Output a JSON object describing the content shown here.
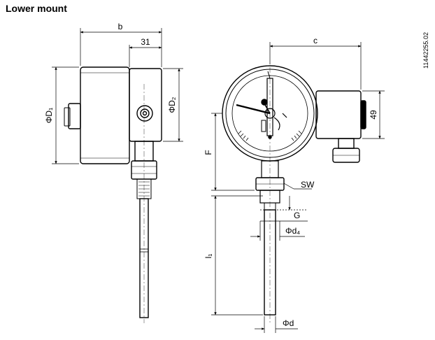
{
  "heading": "Lower mount",
  "labels": {
    "b": "b",
    "w31": "31",
    "c": "c",
    "D1": "ΦD₁",
    "D2": "ΦD₂",
    "F": "F",
    "SW": "SW",
    "G": "G",
    "d4": "Φd₄",
    "l1": "l₁",
    "d": "Φd",
    "h49": "49"
  },
  "drawing_code": "11442255.02"
}
